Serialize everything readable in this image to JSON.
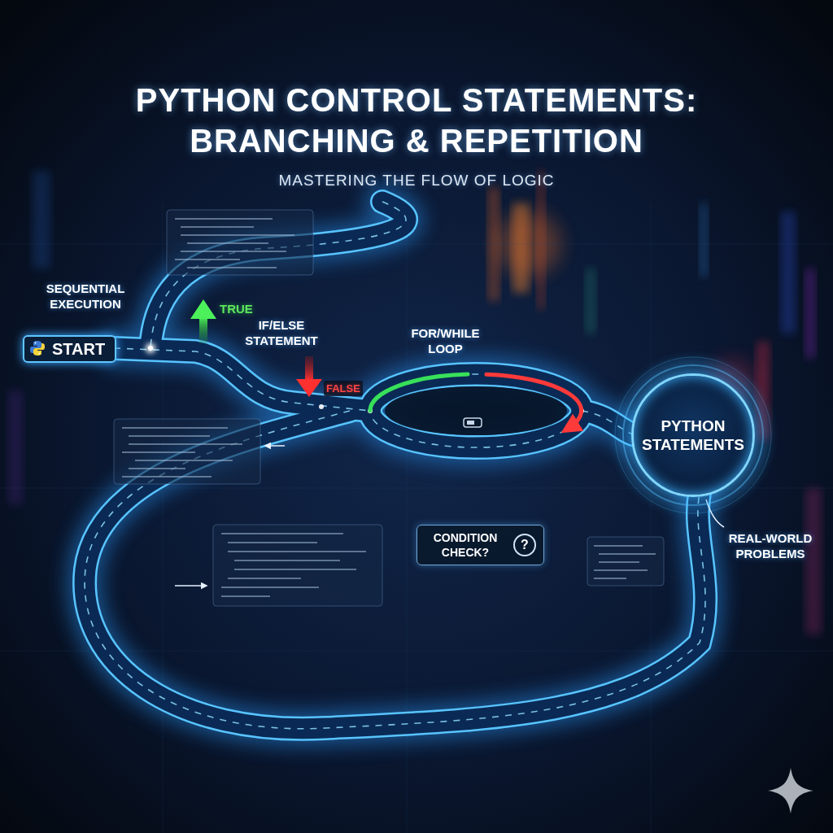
{
  "diagram": {
    "title": "PYTHON CONTROL STATEMENTS: BRANCHING & REPETITION",
    "nodes": [
      {
        "text": [
          "START"
        ]
      },
      {
        "text": [
          "CONDITION CHECK?",
          "?"
        ]
      },
      {
        "text": [
          "PYTHON STATEMENTS"
        ]
      }
    ],
    "labels": [
      "MASTERING THE FLOW OF LOGIC",
      "SEQUENTIAL EXECUTION",
      "TRUE",
      "IF/ELSE STATEMENT",
      "FOR/WHILE LOOP",
      "FALSE",
      "REAL-WORLD PROBLEMS"
    ]
  }
}
